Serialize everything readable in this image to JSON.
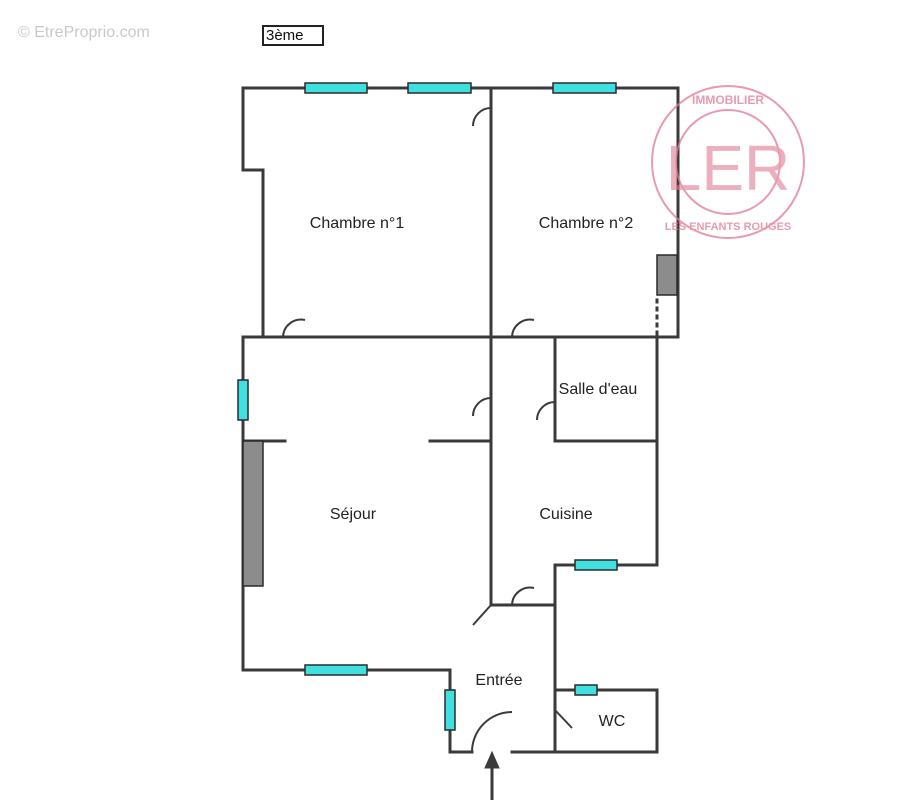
{
  "watermark": "© EtreProprio.com",
  "floor_label": "3ème",
  "rooms": {
    "chambre1": "Chambre n°1",
    "chambre2": "Chambre n°2",
    "salle_eau": "Salle d'eau",
    "sejour": "Séjour",
    "cuisine": "Cuisine",
    "entree": "Entrée",
    "wc": "WC"
  },
  "agency_logo": {
    "monogram": "LER",
    "top_text": "IMMOBILIER",
    "bottom_text": "LES ENFANTS ROUGES",
    "color": "#e07a93"
  },
  "colors": {
    "wall": "#3a3a3a",
    "window": "#40e0e0",
    "radiator": "#8c8c8c"
  }
}
